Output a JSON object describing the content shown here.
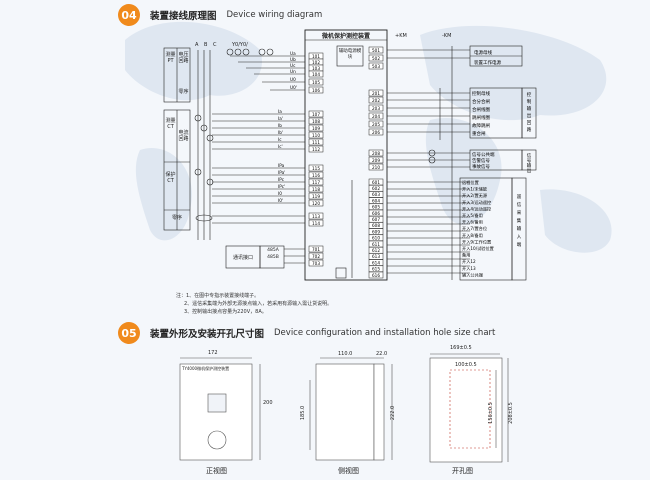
{
  "section1": {
    "number": "04",
    "title_cn": "装置接线原理图",
    "title_en": "Device wiring diagram"
  },
  "section2": {
    "number": "05",
    "title_cn": "装置外形及安装开孔尺寸图",
    "title_en": "Device configuration and installation hole size chart"
  },
  "wiring": {
    "bus_abc": [
      "A",
      "B",
      "C"
    ],
    "pt_label": "Y0/Y0/",
    "device_title": "微机保护测控装置",
    "power_module": "辅助电源模块",
    "km_plus": "+KM",
    "km_minus": "-KM",
    "measure_pt_box": "测量PT",
    "pt_circuit": "电压回路",
    "zero_seq": "零序",
    "measure_ct_box": "测量CT",
    "current_circuit": "电流回路",
    "protect_ct_box": "保护CT",
    "zero_seq2": "零序",
    "phase_labels": [
      "Ua",
      "Ub",
      "Uc",
      "Un",
      "U0",
      "U0'"
    ],
    "phase_labels_i": [
      "Ia",
      "Ia'",
      "Ib",
      "Ib'",
      "Ic",
      "Ic'",
      "IPa",
      "IPa'",
      "IPc",
      "IPc'",
      "I0",
      "I0'"
    ],
    "comm_port": "通讯接口",
    "rs485a": "485A",
    "rs485b": "485B",
    "terminals_left_top": [
      "101",
      "102",
      "103",
      "104",
      "105",
      "106"
    ],
    "terminals_left_mid": [
      "107",
      "108",
      "109",
      "110",
      "111",
      "112"
    ],
    "terminals_left_low": [
      "115",
      "116",
      "117",
      "118",
      "119",
      "120"
    ],
    "terminals_left_zero": [
      "113",
      "114"
    ],
    "terminals_comm": [
      "701",
      "702",
      "703"
    ],
    "terminals_power": [
      "501",
      "502",
      "503"
    ],
    "terminals_out": [
      "201",
      "202",
      "203",
      "204",
      "205",
      "206"
    ],
    "terminals_sig": [
      "208",
      "209",
      "210"
    ],
    "terminals_in": [
      "601",
      "602",
      "603",
      "604",
      "605",
      "606",
      "607",
      "608",
      "609",
      "610",
      "611",
      "612",
      "613",
      "614",
      "615",
      "616"
    ],
    "right_top": [
      "电源母线",
      "装置工作电源"
    ],
    "right_ctrl": [
      "控制母线",
      "合分合闸",
      "合闸线圈",
      "跳闸线圈",
      "故障跳闸",
      "重合闸"
    ],
    "right_ctrl_side": "控制输出回路",
    "right_sig": [
      "信号公共端",
      "告警信号",
      "事故信号"
    ],
    "right_sig_side": "信号输出",
    "right_in": [
      "远程位置",
      "开入1/未储能",
      "开入2/置无源",
      "开入3/远动遥控",
      "开入4/远动遥控",
      "开入5/备用",
      "开入6/备用",
      "开入7/置合位",
      "开入8/备用",
      "开入9/工作位置",
      "开入10/试验位置",
      "备用",
      "开入12",
      "开入13",
      "输入公共端"
    ],
    "right_in_side": "遥信采集输入端",
    "notes": [
      "注：1、在图中专指示装置接线端子。",
      "2、遥信采集端为外部无源接点输入，若采用有源输入需让货说明。",
      "3、控制输出接点容量为220V，8A。"
    ]
  },
  "dimensions": {
    "front": {
      "width": "172",
      "height": "200",
      "label": "正视图",
      "device_name": "TY4000微机保护测控装置"
    },
    "side": {
      "top_a": "110.0",
      "top_b": "22.0",
      "height_a": "185.0",
      "height_b": "222.0",
      "label": "侧视图"
    },
    "hole": {
      "outer_w": "169±0.5",
      "inner_w": "100±0.5",
      "inner_h": "156±0.5",
      "outer_h": "208±0.5",
      "label": "开孔图"
    }
  },
  "colors": {
    "accent": "#f08a1c",
    "line": "#222222",
    "map": "#d7e1ee"
  }
}
